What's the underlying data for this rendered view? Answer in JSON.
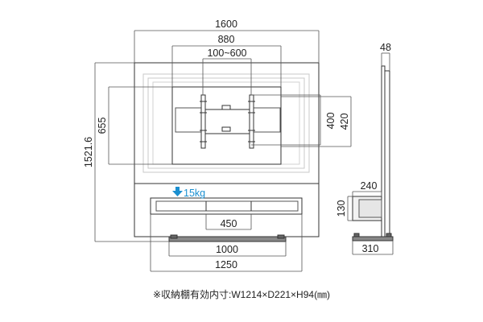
{
  "dimensions": {
    "front_width": "1600",
    "panel_width": "880",
    "mount_range": "100~600",
    "total_height": "1521.6",
    "panel_height": "655",
    "vesa_h1": "400",
    "vesa_h2": "420",
    "shelf_load": "15kg",
    "shelf_width": "450",
    "base_width_inner": "1000",
    "base_width_outer": "1250",
    "side_top": "48",
    "side_shelf_depth": "240",
    "side_shelf_height": "130",
    "side_base_depth": "310"
  },
  "caption": "※収納棚有効内寸:W1214×D221×H94(㎜)",
  "colors": {
    "line": "#333333",
    "light_line": "#c8c8c8",
    "accent": "#1a8fd0"
  },
  "icons": {
    "load_arrow": "arrow-down-icon"
  }
}
